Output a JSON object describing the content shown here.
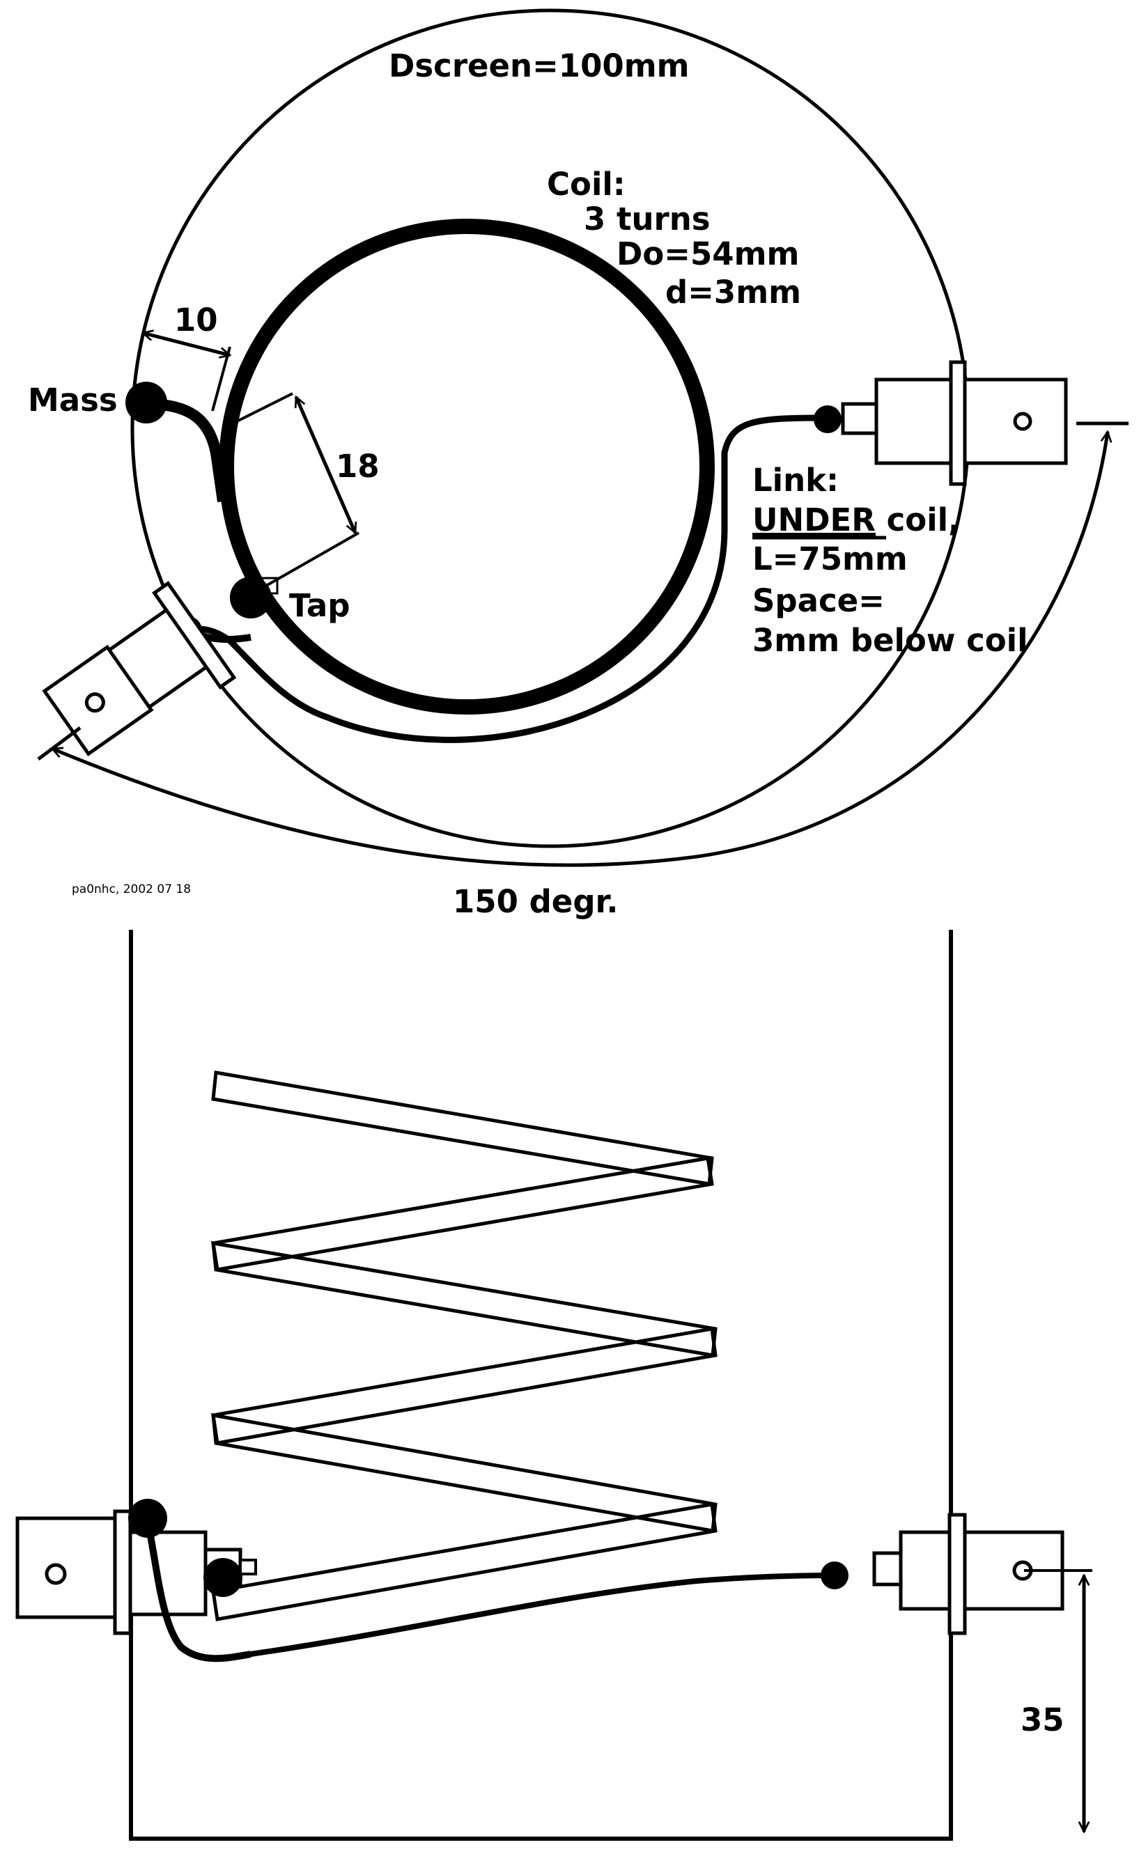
{
  "top_view": {
    "screen_label": "Dscreen=100mm",
    "coil_label": {
      "line1": "Coil:",
      "line2": "3 turns",
      "line3": "Do=54mm",
      "line4": "d=3mm"
    },
    "link_label": {
      "line1": "Link:",
      "line2_underlined": "UNDER",
      "line2_rest": " coil,",
      "line3": "L=75mm",
      "line4": "Space=",
      "line5": "3mm below coil"
    },
    "mass_label": "Mass",
    "tap_label": "Tap",
    "dim_10": "10",
    "dim_18": "18",
    "angle_label": "150 degr.",
    "signature": "pa0nhc, 2002 07 18"
  },
  "side_view": {
    "dim_35": "35"
  },
  "colors": {
    "ink": "#000000",
    "paper": "#ffffff"
  }
}
